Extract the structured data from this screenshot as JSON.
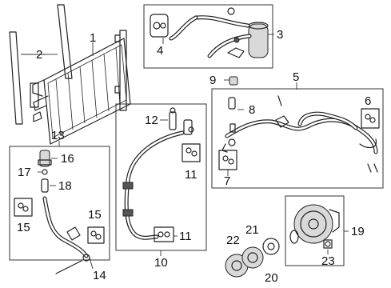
{
  "callouts": [
    {
      "id": "c1",
      "label": "1"
    },
    {
      "id": "c2",
      "label": "2"
    },
    {
      "id": "c3",
      "label": "3"
    },
    {
      "id": "c4",
      "label": "4"
    },
    {
      "id": "c5",
      "label": "5"
    },
    {
      "id": "c6",
      "label": "6"
    },
    {
      "id": "c7",
      "label": "7"
    },
    {
      "id": "c8",
      "label": "8"
    },
    {
      "id": "c9",
      "label": "9"
    },
    {
      "id": "c10",
      "label": "10"
    },
    {
      "id": "c11a",
      "label": "11"
    },
    {
      "id": "c11b",
      "label": "11"
    },
    {
      "id": "c12",
      "label": "12"
    },
    {
      "id": "c13",
      "label": "13"
    },
    {
      "id": "c14",
      "label": "14"
    },
    {
      "id": "c15a",
      "label": "15"
    },
    {
      "id": "c15b",
      "label": "15"
    },
    {
      "id": "c16",
      "label": "16"
    },
    {
      "id": "c17",
      "label": "17"
    },
    {
      "id": "c18",
      "label": "18"
    },
    {
      "id": "c19",
      "label": "19"
    },
    {
      "id": "c20",
      "label": "20"
    },
    {
      "id": "c21",
      "label": "21"
    },
    {
      "id": "c22",
      "label": "22"
    },
    {
      "id": "c23",
      "label": "23"
    }
  ],
  "colors": {
    "line": "#222222",
    "background": "#ffffff"
  }
}
